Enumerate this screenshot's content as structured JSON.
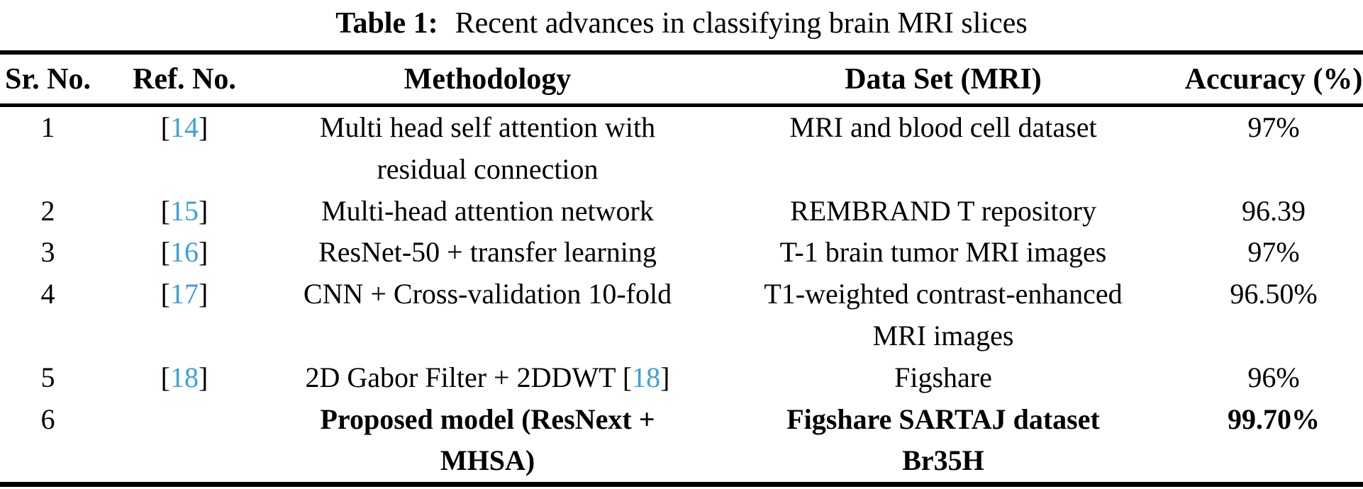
{
  "title": {
    "label": "Table 1:",
    "caption": "Recent advances in classifying brain MRI slices"
  },
  "colors": {
    "text": "#000000",
    "rule": "#000000",
    "citation": "#3ba0da"
  },
  "table": {
    "headers": [
      "Sr. No.",
      "Ref. No.",
      "Methodology",
      "Data Set (MRI)",
      "Accuracy (%)"
    ],
    "rows": [
      {
        "sr": "1",
        "ref": "14",
        "methodology": [
          [
            {
              "text": "Multi head self attention with",
              "type": "text"
            }
          ],
          [
            {
              "text": "residual connection",
              "type": "text"
            }
          ]
        ],
        "dataset": [
          "MRI and blood cell dataset"
        ],
        "accuracy": "97%",
        "bold": false
      },
      {
        "sr": "2",
        "ref": "15",
        "methodology": [
          [
            {
              "text": "Multi-head attention network",
              "type": "text"
            }
          ]
        ],
        "dataset": [
          "REMBRAND T repository"
        ],
        "accuracy": "96.39",
        "bold": false
      },
      {
        "sr": "3",
        "ref": "16",
        "methodology": [
          [
            {
              "text": "ResNet-50 + transfer learning",
              "type": "text"
            }
          ]
        ],
        "dataset": [
          "T-1 brain tumor MRI images"
        ],
        "accuracy": "97%",
        "bold": false
      },
      {
        "sr": "4",
        "ref": "17",
        "methodology": [
          [
            {
              "text": "CNN + Cross-validation 10-fold",
              "type": "text"
            }
          ]
        ],
        "dataset": [
          "T1-weighted contrast-enhanced",
          "MRI images"
        ],
        "accuracy": "96.50%",
        "bold": false
      },
      {
        "sr": "5",
        "ref": "18",
        "methodology": [
          [
            {
              "text": "2D Gabor Filter + 2DDWT [",
              "type": "text"
            },
            {
              "text": "18",
              "type": "cite"
            },
            {
              "text": "]",
              "type": "text"
            }
          ]
        ],
        "dataset": [
          "Figshare"
        ],
        "accuracy": "96%",
        "bold": false
      },
      {
        "sr": "6",
        "ref": null,
        "methodology": [
          [
            {
              "text": "Proposed model (ResNext +",
              "type": "text"
            }
          ],
          [
            {
              "text": "MHSA)",
              "type": "text"
            }
          ]
        ],
        "dataset": [
          "Figshare SARTAJ dataset",
          "Br35H"
        ],
        "accuracy": "99.70%",
        "bold": true
      }
    ]
  }
}
